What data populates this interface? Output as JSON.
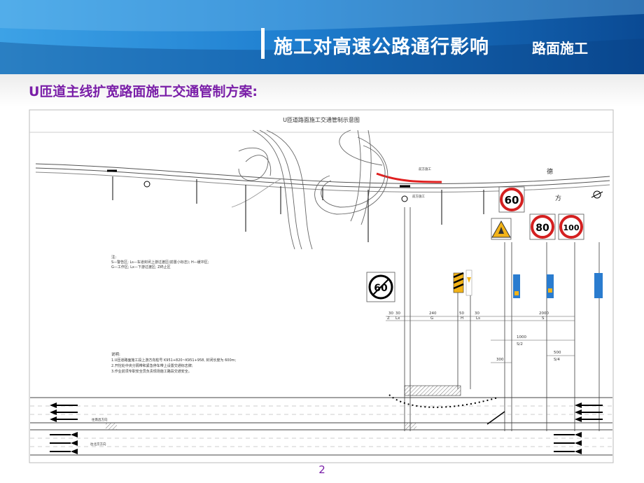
{
  "header": {
    "title": "施工对高速公路通行影响",
    "subtitle": "路面施工",
    "colors": {
      "dark": "#0a4a94",
      "light": "#3da2e6"
    }
  },
  "section": {
    "heading": "U匝道主线扩宽路面施工交通管制方案:"
  },
  "drawing": {
    "title": "U匝道路面施工交通管制示意图",
    "road_labels": [
      "德",
      "方"
    ],
    "notes_title": "注:",
    "notes": [
      "S—警告区; Ls—车道封闭上游过渡区(前置小标志); H—缓冲区;",
      "G—工作区; Lx—下游过渡区; Z终止区"
    ],
    "desc_title": "说明:",
    "desc": [
      "1.U匝道路面施工段上游方向桩号 K951+820~K951+958, 封闭长度为 600m;",
      "2.开挖处中央分隔带和紧急停车带上设置交通标志牌;",
      "3.作业前须专职安全员负责现场施工路段交通安全。"
    ],
    "signs": {
      "speed_a": "60",
      "speed_b": "80",
      "speed_c": "100",
      "speed_lift": "60"
    },
    "distances": {
      "d1": "30",
      "d2": "30",
      "d3": "240",
      "d4": "50",
      "d5": "30",
      "d6": "2000",
      "d7": "1000",
      "d8": "300",
      "d9": "500",
      "frac1": "S/2",
      "frac2": "S/4"
    },
    "zone_letters": [
      "Z",
      "Lx",
      "G",
      "H",
      "Ls",
      "S"
    ],
    "sign_labels": [
      "前方施工",
      "前方施工"
    ],
    "lane_labels": [
      "往南昌方向",
      "往北京方向"
    ]
  },
  "page": {
    "number": "2"
  },
  "colors": {
    "heading": "#7a1fa8",
    "construction": "#e02020",
    "sign_ring": "#d42020",
    "sign_blue": "#2a7ccf"
  }
}
